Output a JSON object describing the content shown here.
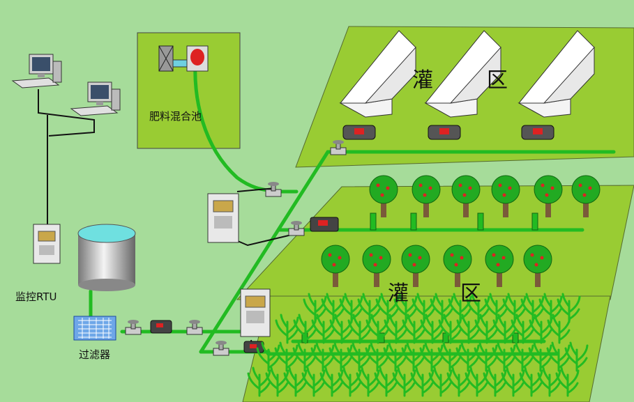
{
  "labels": {
    "fertilizer_pool": "肥料混合池",
    "monitor_rtu": "监控RTU",
    "filter": "过滤器",
    "zone_char_irrigate": "灌",
    "zone_char_area": "区"
  },
  "colors": {
    "background": "#a6dc9a",
    "field": "#99cc33",
    "pipe": "#22bb22",
    "greenhouse_roof": "#ffffff",
    "tree_crown": "#22aa22",
    "tree_fruit": "#dd2222",
    "tree_trunk": "#7a5a3a"
  }
}
